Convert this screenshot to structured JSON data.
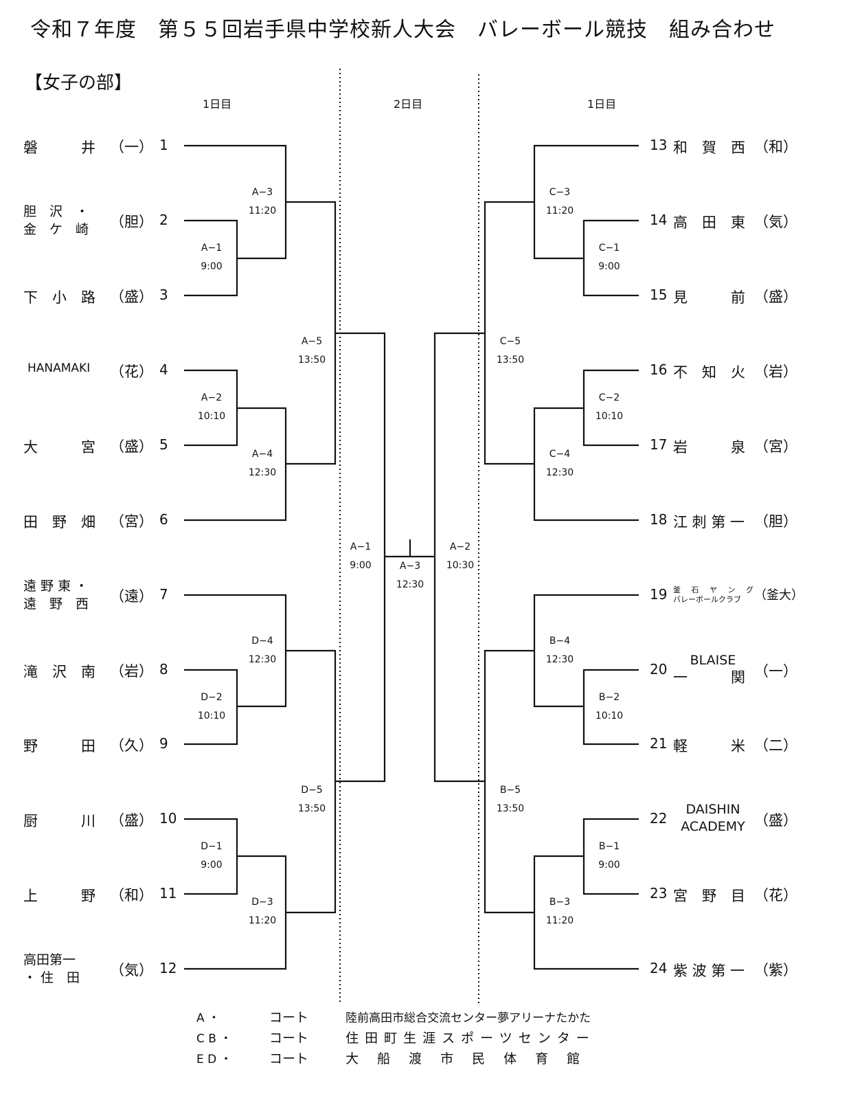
{
  "title": "令和７年度　第５５回岩手県中学校新人大会　バレーボール競技　組み合わせ",
  "division": "【女子の部】",
  "day_headers": {
    "left": "1日目",
    "center": "2日目",
    "right": "1日目"
  },
  "teams_left": [
    {
      "seed": "1",
      "name": "磐　　　井",
      "pref": "（一）"
    },
    {
      "seed": "2",
      "name_line1": "胆　沢　・",
      "name_line2": "金　ケ　崎",
      "pref": "（胆）"
    },
    {
      "seed": "3",
      "name": "下　小　路",
      "pref": "（盛）"
    },
    {
      "seed": "4",
      "name": "HANAMAKI",
      "pref": "（花）"
    },
    {
      "seed": "5",
      "name": "大　　　宮",
      "pref": "（盛）"
    },
    {
      "seed": "6",
      "name": "田　野　畑",
      "pref": "（宮）"
    },
    {
      "seed": "7",
      "name_line1": "遠 野 東 ・",
      "name_line2": "遠　野　西",
      "pref": "（遠）"
    },
    {
      "seed": "8",
      "name": "滝　沢　南",
      "pref": "（岩）"
    },
    {
      "seed": "9",
      "name": "野　　　田",
      "pref": "（久）"
    },
    {
      "seed": "10",
      "name": "厨　　　川",
      "pref": "（盛）"
    },
    {
      "seed": "11",
      "name": "上　　　野",
      "pref": "（和）"
    },
    {
      "seed": "12",
      "name_line1": "高田第一",
      "name_line2": "・ 住　田",
      "pref": "（気）"
    }
  ],
  "teams_right": [
    {
      "seed": "13",
      "name": "和　賀　西",
      "pref": "（和）"
    },
    {
      "seed": "14",
      "name": "高　田　東",
      "pref": "（気）"
    },
    {
      "seed": "15",
      "name": "見　　　前",
      "pref": "（盛）"
    },
    {
      "seed": "16",
      "name": "不　知　火",
      "pref": "（岩）"
    },
    {
      "seed": "17",
      "name": "岩　　　泉",
      "pref": "（宮）"
    },
    {
      "seed": "18",
      "name": "江 刺 第 一",
      "pref": "（胆）"
    },
    {
      "seed": "19",
      "name_line1": "釜 石 ヤ ン グ",
      "name_line2": "バレーボールクラブ",
      "pref": "（釜大）"
    },
    {
      "seed": "20",
      "name_line1": "BLAISE",
      "name_line2": "一　　　関",
      "pref": "（一）"
    },
    {
      "seed": "21",
      "name": "軽　　　米",
      "pref": "（二）"
    },
    {
      "seed": "22",
      "name_line1": "DAISHIN",
      "name_line2": "ACADEMY",
      "pref": "（盛）"
    },
    {
      "seed": "23",
      "name": "宮　野　目",
      "pref": "（花）"
    },
    {
      "seed": "24",
      "name": "紫 波 第 一",
      "pref": "（紫）"
    }
  ],
  "matches": {
    "A1": {
      "code": "A−1",
      "time": "9:00"
    },
    "A2": {
      "code": "A−2",
      "time": "10:10"
    },
    "A3": {
      "code": "A−3",
      "time": "11:20"
    },
    "A4": {
      "code": "A−4",
      "time": "12:30"
    },
    "A5": {
      "code": "A−5",
      "time": "13:50"
    },
    "D1": {
      "code": "D−1",
      "time": "9:00"
    },
    "D2": {
      "code": "D−2",
      "time": "10:10"
    },
    "D3": {
      "code": "D−3",
      "time": "11:20"
    },
    "D4": {
      "code": "D−4",
      "time": "12:30"
    },
    "D5": {
      "code": "D−5",
      "time": "13:50"
    },
    "C1": {
      "code": "C−1",
      "time": "9:00"
    },
    "C2": {
      "code": "C−2",
      "time": "10:10"
    },
    "C3": {
      "code": "C−3",
      "time": "11:20"
    },
    "C4": {
      "code": "C−4",
      "time": "12:30"
    },
    "C5": {
      "code": "C−5",
      "time": "13:50"
    },
    "B1": {
      "code": "B−1",
      "time": "9:00"
    },
    "B2": {
      "code": "B−2",
      "time": "10:10"
    },
    "B3": {
      "code": "B−3",
      "time": "11:20"
    },
    "B4": {
      "code": "B−4",
      "time": "12:30"
    },
    "B5": {
      "code": "B−5",
      "time": "13:50"
    },
    "F1": {
      "code": "A−1",
      "time": "9:00"
    },
    "F2": {
      "code": "A−2",
      "time": "10:30"
    },
    "F3": {
      "code": "A−3",
      "time": "12:30"
    }
  },
  "legend": [
    {
      "courts": "A ・",
      "label": "コート",
      "venue": "陸前高田市総合交流センター夢アリーナたかた"
    },
    {
      "courts": "C B ・",
      "label": "コート",
      "venue": "住田町生涯スポーツセンター"
    },
    {
      "courts": "E D ・",
      "label": "コート",
      "venue": "大船渡市民体育館"
    }
  ]
}
